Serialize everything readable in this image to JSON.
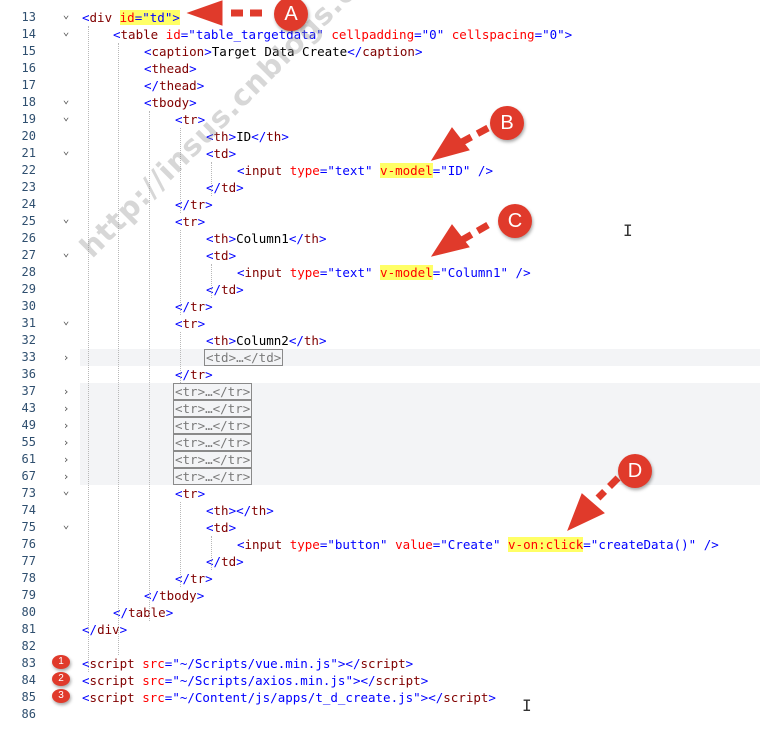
{
  "editor": {
    "lines": [
      {
        "num": "13",
        "fold": "v",
        "indent": 0,
        "tokens": [
          [
            "punc",
            "<"
          ],
          [
            "tag",
            "div"
          ],
          [
            "txt",
            " "
          ],
          [
            "attr",
            "id"
          ],
          [
            "punc",
            "=\""
          ],
          [
            "val",
            "td"
          ],
          [
            "punc",
            "\">"
          ]
        ]
      },
      {
        "num": "14",
        "fold": "v",
        "indent": 1,
        "tokens": [
          [
            "punc",
            "<"
          ],
          [
            "tag",
            "table"
          ],
          [
            "txt",
            " "
          ],
          [
            "attr",
            "id"
          ],
          [
            "punc",
            "=\""
          ],
          [
            "val",
            "table_targetdata"
          ],
          [
            "punc",
            "\""
          ],
          [
            "txt",
            " "
          ],
          [
            "attr",
            "cellpadding"
          ],
          [
            "punc",
            "=\""
          ],
          [
            "val",
            "0"
          ],
          [
            "punc",
            "\""
          ],
          [
            "txt",
            " "
          ],
          [
            "attr",
            "cellspacing"
          ],
          [
            "punc",
            "=\""
          ],
          [
            "val",
            "0"
          ],
          [
            "punc",
            "\">"
          ]
        ]
      },
      {
        "num": "15",
        "fold": "",
        "indent": 2,
        "tokens": [
          [
            "punc",
            "<"
          ],
          [
            "tag",
            "caption"
          ],
          [
            "punc",
            ">"
          ],
          [
            "txt",
            "Target Data Create"
          ],
          [
            "punc",
            "</"
          ],
          [
            "tag",
            "caption"
          ],
          [
            "punc",
            ">"
          ]
        ]
      },
      {
        "num": "16",
        "fold": "",
        "indent": 2,
        "tokens": [
          [
            "punc",
            "<"
          ],
          [
            "tag",
            "thead"
          ],
          [
            "punc",
            ">"
          ]
        ]
      },
      {
        "num": "17",
        "fold": "",
        "indent": 2,
        "tokens": [
          [
            "punc",
            "</"
          ],
          [
            "tag",
            "thead"
          ],
          [
            "punc",
            ">"
          ]
        ]
      },
      {
        "num": "18",
        "fold": "v",
        "indent": 2,
        "tokens": [
          [
            "punc",
            "<"
          ],
          [
            "tag",
            "tbody"
          ],
          [
            "punc",
            ">"
          ]
        ]
      },
      {
        "num": "19",
        "fold": "v",
        "indent": 3,
        "tokens": [
          [
            "punc",
            "<"
          ],
          [
            "tag",
            "tr"
          ],
          [
            "punc",
            ">"
          ]
        ]
      },
      {
        "num": "20",
        "fold": "",
        "indent": 4,
        "tokens": [
          [
            "punc",
            "<"
          ],
          [
            "tag",
            "th"
          ],
          [
            "punc",
            ">"
          ],
          [
            "txt",
            "ID"
          ],
          [
            "punc",
            "</"
          ],
          [
            "tag",
            "th"
          ],
          [
            "punc",
            ">"
          ]
        ]
      },
      {
        "num": "21",
        "fold": "v",
        "indent": 4,
        "tokens": [
          [
            "punc",
            "<"
          ],
          [
            "tag",
            "td"
          ],
          [
            "punc",
            ">"
          ]
        ]
      },
      {
        "num": "22",
        "fold": "",
        "indent": 5,
        "tokens": [
          [
            "punc",
            "<"
          ],
          [
            "tag",
            "input"
          ],
          [
            "txt",
            " "
          ],
          [
            "attr",
            "type"
          ],
          [
            "punc",
            "=\""
          ],
          [
            "val",
            "text"
          ],
          [
            "punc",
            "\""
          ],
          [
            "txt",
            " "
          ],
          [
            "attrmark",
            "v-model"
          ],
          [
            "punc",
            "=\""
          ],
          [
            "val",
            "ID"
          ],
          [
            "punc",
            "\""
          ],
          [
            "txt",
            " "
          ],
          [
            "punc",
            "/>"
          ]
        ]
      },
      {
        "num": "23",
        "fold": "",
        "indent": 4,
        "tokens": [
          [
            "punc",
            "</"
          ],
          [
            "tag",
            "td"
          ],
          [
            "punc",
            ">"
          ]
        ]
      },
      {
        "num": "24",
        "fold": "",
        "indent": 3,
        "tokens": [
          [
            "punc",
            "</"
          ],
          [
            "tag",
            "tr"
          ],
          [
            "punc",
            ">"
          ]
        ]
      },
      {
        "num": "25",
        "fold": "v",
        "indent": 3,
        "tokens": [
          [
            "punc",
            "<"
          ],
          [
            "tag",
            "tr"
          ],
          [
            "punc",
            ">"
          ]
        ]
      },
      {
        "num": "26",
        "fold": "",
        "indent": 4,
        "tokens": [
          [
            "punc",
            "<"
          ],
          [
            "tag",
            "th"
          ],
          [
            "punc",
            ">"
          ],
          [
            "txt",
            "Column1"
          ],
          [
            "punc",
            "</"
          ],
          [
            "tag",
            "th"
          ],
          [
            "punc",
            ">"
          ]
        ]
      },
      {
        "num": "27",
        "fold": "v",
        "indent": 4,
        "tokens": [
          [
            "punc",
            "<"
          ],
          [
            "tag",
            "td"
          ],
          [
            "punc",
            ">"
          ]
        ]
      },
      {
        "num": "28",
        "fold": "",
        "indent": 5,
        "tokens": [
          [
            "punc",
            "<"
          ],
          [
            "tag",
            "input"
          ],
          [
            "txt",
            " "
          ],
          [
            "attr",
            "type"
          ],
          [
            "punc",
            "=\""
          ],
          [
            "val",
            "text"
          ],
          [
            "punc",
            "\""
          ],
          [
            "txt",
            " "
          ],
          [
            "attrmark",
            "v-model"
          ],
          [
            "punc",
            "=\""
          ],
          [
            "val",
            "Column1"
          ],
          [
            "punc",
            "\""
          ],
          [
            "txt",
            " "
          ],
          [
            "punc",
            "/>"
          ]
        ]
      },
      {
        "num": "29",
        "fold": "",
        "indent": 4,
        "tokens": [
          [
            "punc",
            "</"
          ],
          [
            "tag",
            "td"
          ],
          [
            "punc",
            ">"
          ]
        ]
      },
      {
        "num": "30",
        "fold": "",
        "indent": 3,
        "tokens": [
          [
            "punc",
            "</"
          ],
          [
            "tag",
            "tr"
          ],
          [
            "punc",
            ">"
          ]
        ]
      },
      {
        "num": "31",
        "fold": "v",
        "indent": 3,
        "tokens": [
          [
            "punc",
            "<"
          ],
          [
            "tag",
            "tr"
          ],
          [
            "punc",
            ">"
          ]
        ]
      },
      {
        "num": "32",
        "fold": "",
        "indent": 4,
        "tokens": [
          [
            "punc",
            "<"
          ],
          [
            "tag",
            "th"
          ],
          [
            "punc",
            ">"
          ],
          [
            "txt",
            "Column2"
          ],
          [
            "punc",
            "</"
          ],
          [
            "tag",
            "th"
          ],
          [
            "punc",
            ">"
          ]
        ]
      },
      {
        "num": "33",
        "fold": ">",
        "indent": 4,
        "hl": true,
        "tokens": [
          [
            "collapsed",
            "<td>…</td>"
          ]
        ]
      },
      {
        "num": "36",
        "fold": "",
        "indent": 3,
        "tokens": [
          [
            "punc",
            "</"
          ],
          [
            "tag",
            "tr"
          ],
          [
            "punc",
            ">"
          ]
        ]
      },
      {
        "num": "37",
        "fold": ">",
        "indent": 3,
        "hl": true,
        "tokens": [
          [
            "collapsed",
            "<tr>…</tr>"
          ]
        ]
      },
      {
        "num": "43",
        "fold": ">",
        "indent": 3,
        "hl": true,
        "tokens": [
          [
            "collapsed",
            "<tr>…</tr>"
          ]
        ]
      },
      {
        "num": "49",
        "fold": ">",
        "indent": 3,
        "hl": true,
        "tokens": [
          [
            "collapsed",
            "<tr>…</tr>"
          ]
        ]
      },
      {
        "num": "55",
        "fold": ">",
        "indent": 3,
        "hl": true,
        "tokens": [
          [
            "collapsed",
            "<tr>…</tr>"
          ]
        ]
      },
      {
        "num": "61",
        "fold": ">",
        "indent": 3,
        "hl": true,
        "tokens": [
          [
            "collapsed",
            "<tr>…</tr>"
          ]
        ]
      },
      {
        "num": "67",
        "fold": ">",
        "indent": 3,
        "hl": true,
        "tokens": [
          [
            "collapsed",
            "<tr>…</tr>"
          ]
        ]
      },
      {
        "num": "73",
        "fold": "v",
        "indent": 3,
        "tokens": [
          [
            "punc",
            "<"
          ],
          [
            "tag",
            "tr"
          ],
          [
            "punc",
            ">"
          ]
        ]
      },
      {
        "num": "74",
        "fold": "",
        "indent": 4,
        "tokens": [
          [
            "punc",
            "<"
          ],
          [
            "tag",
            "th"
          ],
          [
            "punc",
            "></"
          ],
          [
            "tag",
            "th"
          ],
          [
            "punc",
            ">"
          ]
        ]
      },
      {
        "num": "75",
        "fold": "v",
        "indent": 4,
        "tokens": [
          [
            "punc",
            "<"
          ],
          [
            "tag",
            "td"
          ],
          [
            "punc",
            ">"
          ]
        ]
      },
      {
        "num": "76",
        "fold": "",
        "indent": 5,
        "tokens": [
          [
            "punc",
            "<"
          ],
          [
            "tag",
            "input"
          ],
          [
            "txt",
            " "
          ],
          [
            "attr",
            "type"
          ],
          [
            "punc",
            "=\""
          ],
          [
            "val",
            "button"
          ],
          [
            "punc",
            "\""
          ],
          [
            "txt",
            " "
          ],
          [
            "attr",
            "value"
          ],
          [
            "punc",
            "=\""
          ],
          [
            "val",
            "Create"
          ],
          [
            "punc",
            "\""
          ],
          [
            "txt",
            " "
          ],
          [
            "attrmark",
            "v-on:click"
          ],
          [
            "punc",
            "=\""
          ],
          [
            "val",
            "createData()"
          ],
          [
            "punc",
            "\""
          ],
          [
            "txt",
            " "
          ],
          [
            "punc",
            "/>"
          ]
        ]
      },
      {
        "num": "77",
        "fold": "",
        "indent": 4,
        "tokens": [
          [
            "punc",
            "</"
          ],
          [
            "tag",
            "td"
          ],
          [
            "punc",
            ">"
          ]
        ]
      },
      {
        "num": "78",
        "fold": "",
        "indent": 3,
        "tokens": [
          [
            "punc",
            "</"
          ],
          [
            "tag",
            "tr"
          ],
          [
            "punc",
            ">"
          ]
        ]
      },
      {
        "num": "79",
        "fold": "",
        "indent": 2,
        "tokens": [
          [
            "punc",
            "</"
          ],
          [
            "tag",
            "tbody"
          ],
          [
            "punc",
            ">"
          ]
        ]
      },
      {
        "num": "80",
        "fold": "",
        "indent": 1,
        "tokens": [
          [
            "punc",
            "</"
          ],
          [
            "tag",
            "table"
          ],
          [
            "punc",
            ">"
          ]
        ]
      },
      {
        "num": "81",
        "fold": "",
        "indent": 0,
        "tokens": [
          [
            "punc",
            "</"
          ],
          [
            "tag",
            "div"
          ],
          [
            "punc",
            ">"
          ]
        ]
      },
      {
        "num": "82",
        "fold": "",
        "indent": 0,
        "tokens": []
      },
      {
        "num": "83",
        "fold": "",
        "indent": 0,
        "tokens": [
          [
            "punc",
            "<"
          ],
          [
            "tag",
            "script"
          ],
          [
            "txt",
            " "
          ],
          [
            "attr",
            "src"
          ],
          [
            "punc",
            "=\""
          ],
          [
            "val",
            "~/Scripts/vue.min.js"
          ],
          [
            "punc",
            "\"></"
          ],
          [
            "tag",
            "script"
          ],
          [
            "punc",
            ">"
          ]
        ]
      },
      {
        "num": "84",
        "fold": "",
        "indent": 0,
        "tokens": [
          [
            "punc",
            "<"
          ],
          [
            "tag",
            "script"
          ],
          [
            "txt",
            " "
          ],
          [
            "attr",
            "src"
          ],
          [
            "punc",
            "=\""
          ],
          [
            "val",
            "~/Scripts/axios.min.js"
          ],
          [
            "punc",
            "\"></"
          ],
          [
            "tag",
            "script"
          ],
          [
            "punc",
            ">"
          ]
        ]
      },
      {
        "num": "85",
        "fold": "",
        "indent": 0,
        "tokens": [
          [
            "punc",
            "<"
          ],
          [
            "tag",
            "script"
          ],
          [
            "txt",
            " "
          ],
          [
            "attr",
            "src"
          ],
          [
            "punc",
            "=\""
          ],
          [
            "val",
            "~/Content/js/apps/t_d_create.js"
          ],
          [
            "punc",
            "\"></"
          ],
          [
            "tag",
            "script"
          ],
          [
            "punc",
            ">"
          ]
        ]
      },
      {
        "num": "86",
        "fold": "",
        "indent": 0,
        "tokens": []
      }
    ]
  },
  "callouts": {
    "a": "A",
    "b": "B",
    "c": "C",
    "d": "D",
    "n1": "1",
    "n2": "2",
    "n3": "3"
  },
  "watermark": "http://insus.cnblogs.com",
  "cursor_glyph": "I",
  "colors": {
    "tag": "#800000",
    "attribute": "#ff0000",
    "value": "#0000ff",
    "highlight": "#ffff66",
    "callout": "#e03a2b"
  }
}
